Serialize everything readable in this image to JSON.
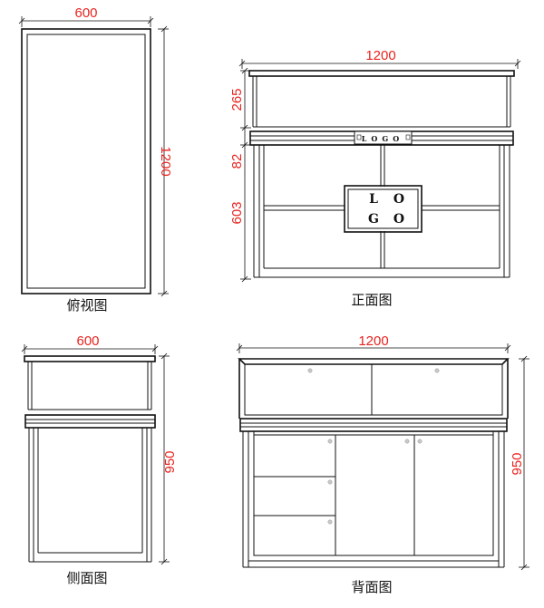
{
  "views": {
    "top": {
      "caption": "俯视图",
      "width_dim": "600",
      "depth_dim": "1200"
    },
    "front": {
      "caption": "正面图",
      "width_dim": "1200",
      "top_height_dim": "265",
      "band_dim": "82",
      "lower_height_dim": "603",
      "logo_small": "LOGO",
      "logo_large": [
        "L",
        "O",
        "G",
        "O"
      ]
    },
    "side": {
      "caption": "侧面图",
      "width_dim": "600",
      "height_dim": "950"
    },
    "back": {
      "caption": "背面图",
      "width_dim": "1200",
      "height_dim": "950"
    }
  },
  "colors": {
    "dimension_text": "#e8231f",
    "line": "#111111"
  }
}
